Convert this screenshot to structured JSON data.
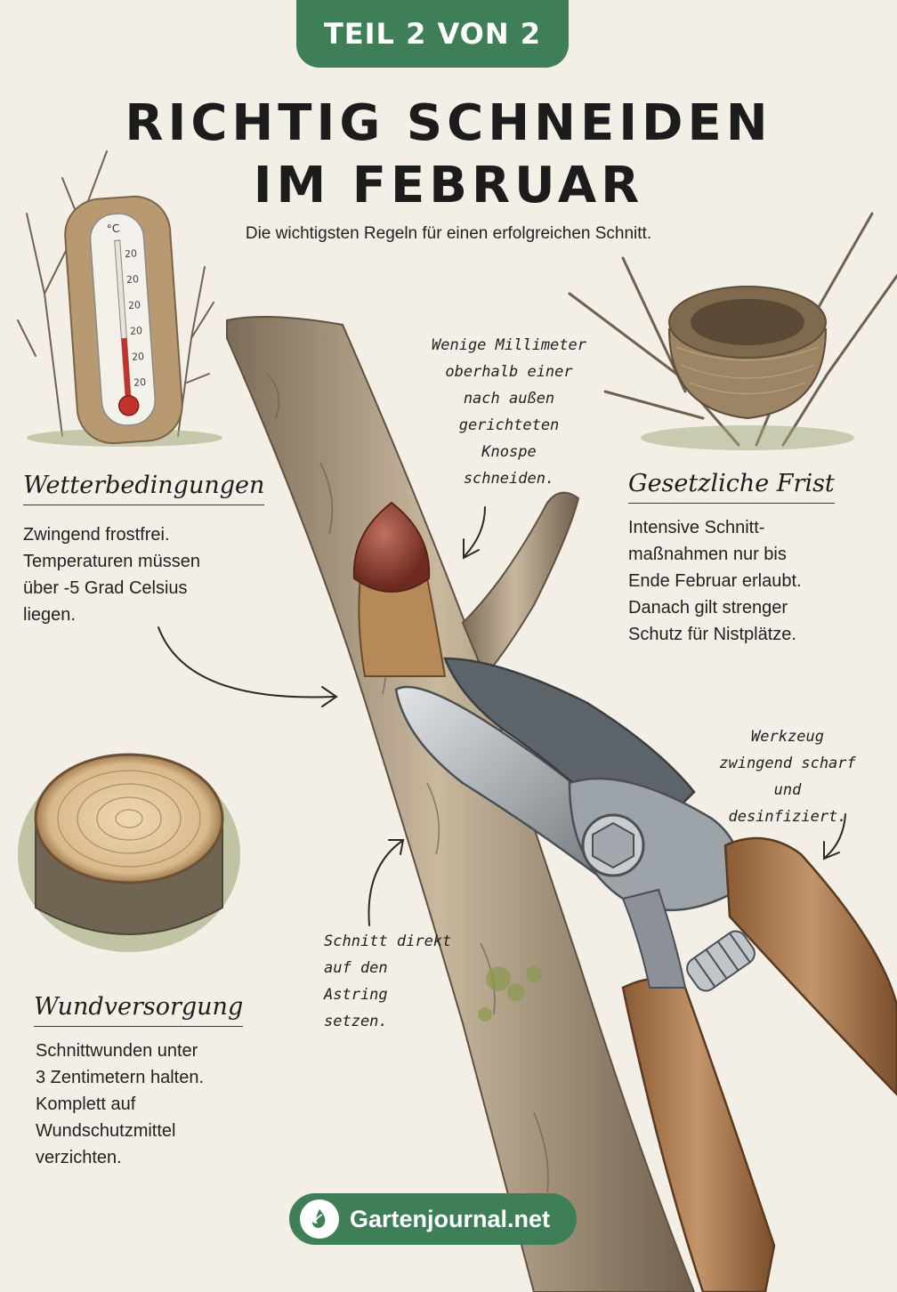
{
  "badge": {
    "label": "TEIL 2 VON 2"
  },
  "header": {
    "title_line1": "RICHTIG SCHNEIDEN",
    "title_line2": "IM FEBRUAR",
    "subtitle": "Die wichtigsten Regeln für einen erfolgreichen Schnitt."
  },
  "sections": {
    "weather": {
      "heading": "Wetterbedingungen",
      "text": "Zwingend frostfrei.\nTemperaturen müssen\nüber -5 Grad Celsius\nliegen."
    },
    "deadline": {
      "heading": "Gesetzliche Frist",
      "text": "Intensive Schnitt-\nmaßnahmen nur bis\nEnde Februar erlaubt.\nDanach gilt strenger\nSchutz für Nistplätze."
    },
    "wound": {
      "heading": "Wundversorgung",
      "text": "Schnittwunden unter\n3 Zentimetern halten.\nKomplett auf\nWundschutzmittel\nverzichten."
    }
  },
  "notes": {
    "bud": "Wenige Millimeter\noberhalb einer\nnach außen\ngerichteten\nKnospe\nschneiden.",
    "tool": "Werkzeug\nzwingend scharf\nund desinfiziert.",
    "ring": "Schnitt direkt\nauf den\nAstring\nsetzen."
  },
  "thermometer": {
    "unit": "°C",
    "scale_labels": [
      "20",
      "20",
      "20",
      "20",
      "20",
      "20"
    ]
  },
  "footer": {
    "label": "Gartenjournal.net",
    "icon": "leaf-drop-icon"
  },
  "colors": {
    "accent": "#3f7f57",
    "background": "#f3efe6",
    "bark": "#a89478",
    "wood": "#a7774a",
    "blade": "#9ea4a8",
    "bud": "#8a3a2a"
  }
}
